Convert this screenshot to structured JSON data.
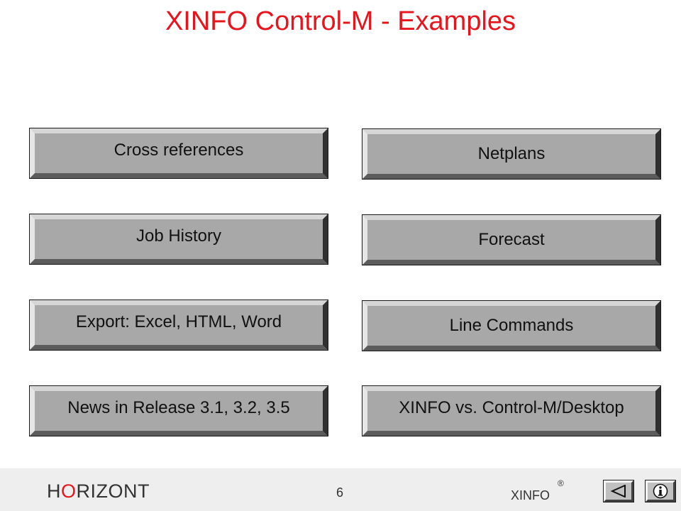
{
  "title": "XINFO Control-M - Examples",
  "buttons": {
    "cross_references": "Cross references",
    "netplans": "Netplans",
    "job_history": "Job History",
    "forecast": "Forecast",
    "export": "Export: Excel, HTML, Word",
    "line_commands": "Line Commands",
    "news": "News in Release 3.1, 3.2, 3.5",
    "xinfo_vs_desktop": "XINFO vs. Control-M/Desktop"
  },
  "footer": {
    "logo_h": "H",
    "logo_o": "O",
    "logo_rest": "RIZONT",
    "page_number": "6",
    "product": "XINFO",
    "registered": "®"
  },
  "colors": {
    "title": "#e8141b",
    "button_face": "#a8a8a8"
  },
  "icons": {
    "back": "back-triangle-icon",
    "info": "info-icon"
  }
}
